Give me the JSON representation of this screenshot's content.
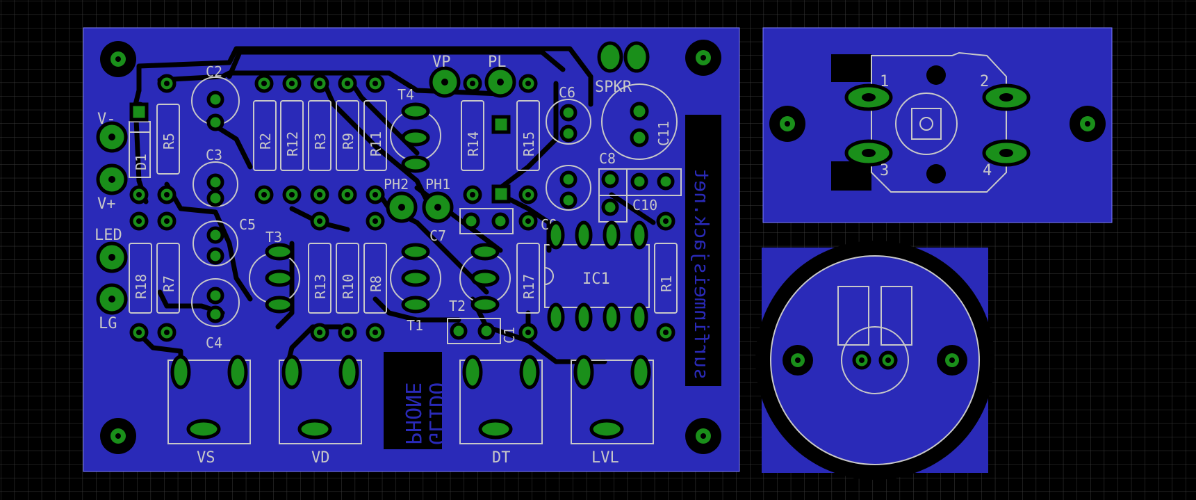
{
  "colors": {
    "background": "#000000",
    "grid": "#3a3a3a",
    "copper_pour": "#2a2ab8",
    "pad": "#1a8f1a",
    "silkscreen": "#c8c8c8",
    "clearance": "#000000"
  },
  "main_board": {
    "resistors": [
      "R5",
      "R2",
      "R12",
      "R3",
      "R9",
      "R11",
      "R14",
      "R15",
      "R18",
      "R7",
      "R13",
      "R10",
      "R8",
      "R17",
      "R1"
    ],
    "capacitors": [
      "C2",
      "C3",
      "C5",
      "C4",
      "C6",
      "C11",
      "C8",
      "C10",
      "C9",
      "C7",
      "C1"
    ],
    "transistors": [
      "T4",
      "T3",
      "T1",
      "T2"
    ],
    "diodes": [
      "D1"
    ],
    "ic": "IC1",
    "connectors": [
      "V-",
      "V+",
      "LED",
      "LG",
      "VP",
      "PL",
      "SPKR",
      "PH2",
      "PH1"
    ],
    "pots": [
      "VS",
      "VD",
      "DT",
      "LVL"
    ],
    "logo_text_line1": "PHONE",
    "logo_text_line2": "GLIDO",
    "url_text": "surfinmeisjack.net"
  },
  "switch_board": {
    "pin_labels": [
      "1",
      "2",
      "3",
      "4"
    ]
  },
  "speaker_board": {}
}
